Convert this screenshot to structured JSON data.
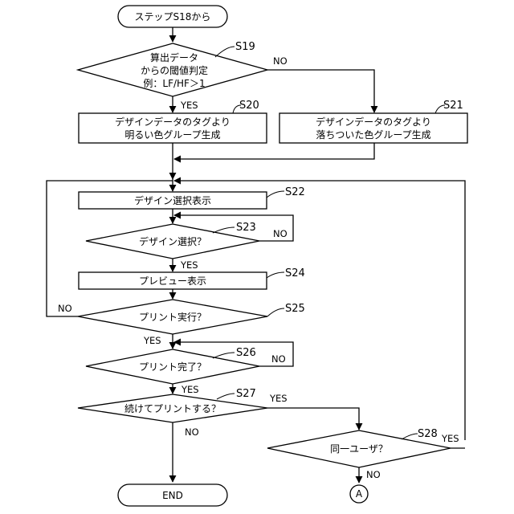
{
  "flowchart": {
    "start": {
      "label": "ステップS18から"
    },
    "s19": {
      "step": "S19",
      "lines": [
        "算出データ",
        "からの閾値判定",
        "例：LF/HF＞1"
      ]
    },
    "s20": {
      "step": "S20",
      "lines": [
        "デザインデータのタグより",
        "明るい色グループ生成"
      ]
    },
    "s21": {
      "step": "S21",
      "lines": [
        "デザインデータのタグより",
        "落ちついた色グループ生成"
      ]
    },
    "s22": {
      "step": "S22",
      "label": "デザイン選択表示"
    },
    "s23": {
      "step": "S23",
      "label": "デザイン選択？"
    },
    "s24": {
      "step": "S24",
      "label": "プレビュー表示"
    },
    "s25": {
      "step": "S25",
      "label": "プリント実行？"
    },
    "s26": {
      "step": "S26",
      "label": "プリント完了？"
    },
    "s27": {
      "step": "S27",
      "label": "続けてプリントする？"
    },
    "s28": {
      "step": "S28",
      "label": "同一ユーザ？"
    },
    "end": {
      "label": "END"
    },
    "connector": {
      "label": "A"
    },
    "edges": {
      "s19_yes": "YES",
      "s19_no": "NO",
      "s23_no": "NO",
      "s23_yes": "YES",
      "s25_no": "NO",
      "s25_yes": "YES",
      "s26_no": "NO",
      "s26_yes": "YES",
      "s27_yes": "YES",
      "s27_no": "NO",
      "s28_yes": "YES",
      "s28_no": "NO"
    }
  }
}
